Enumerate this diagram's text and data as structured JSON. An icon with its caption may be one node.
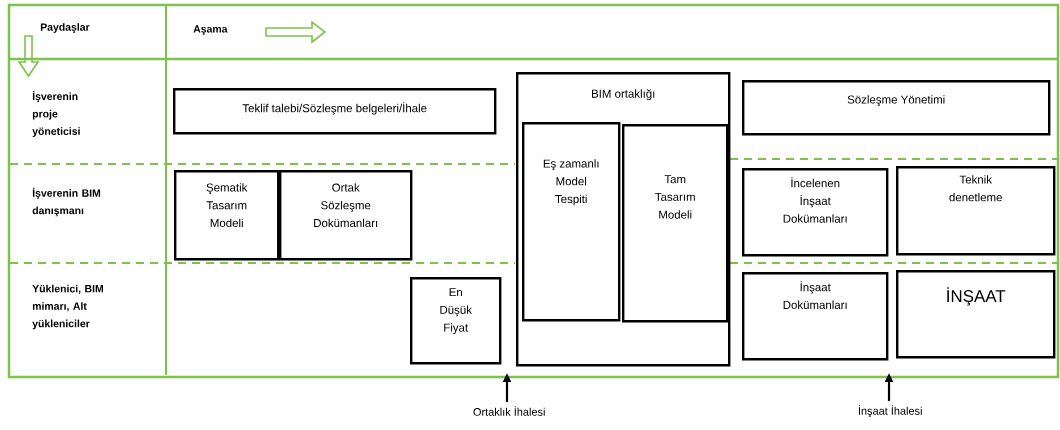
{
  "diagram": {
    "nodes": [
      {
        "text": [
          "Teklif talebi/Sözleşme belgeleri/İhale"
        ]
      },
      {
        "text": [
          "Şematik Tasarım Modeli"
        ]
      },
      {
        "text": [
          "Ortak Sözleşme Dokümanları"
        ]
      },
      {
        "text": [
          "En Düşük Fiyat"
        ]
      },
      {
        "text": [
          "BIM ortaklığı"
        ]
      },
      {
        "text": [
          "Eş zamanlı Model Tespiti"
        ],
        "in": 4
      },
      {
        "text": [
          "Tam Tasarım Modeli"
        ],
        "in": 4
      },
      {
        "text": [
          "Sözleşme Yönetimi"
        ]
      },
      {
        "text": [
          "İncelenen İnşaat Dokümanları"
        ]
      },
      {
        "text": [
          "Teknik denetleme"
        ]
      },
      {
        "text": [
          "İnşaat Dokümanları"
        ]
      },
      {
        "text": [
          "İNŞAAT"
        ]
      },
      {
        "text": [
          "Ortaklık İhalesi"
        ]
      },
      {
        "text": [
          "İnşaat İhalesi"
        ]
      }
    ],
    "edges": [
      {
        "from": 12,
        "to": null,
        "arrow": "to"
      },
      {
        "from": 13,
        "to": null,
        "arrow": "to"
      }
    ],
    "labels": [
      "Paydaşlar",
      "Aşama",
      "İşverenin proje yöneticisi",
      "İşverenin BIM danışmanı",
      "Yüklenici, BIM mimarı, Alt yükleniciler"
    ]
  }
}
